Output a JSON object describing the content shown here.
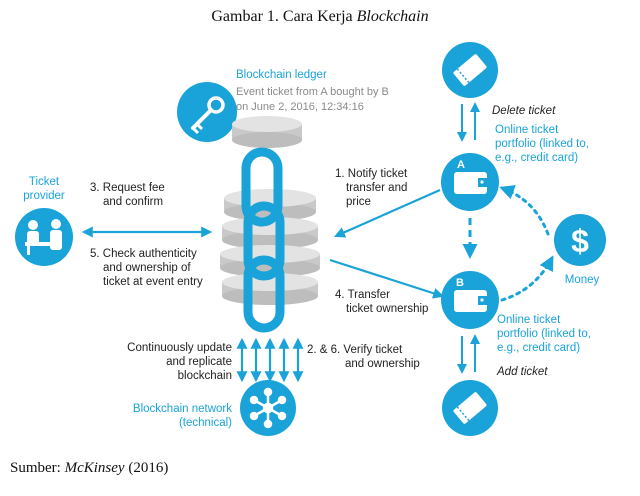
{
  "caption": {
    "prefix": "Gambar 1. Cara Kerja ",
    "italic": "Blockchain"
  },
  "source": {
    "prefix": "Sumber: ",
    "italic": "McKinsey",
    "suffix": " (2016)"
  },
  "ledger": {
    "title": "Blockchain ledger",
    "event_line1": "Event ticket from A bought by B",
    "event_line2": "on June 2, 2016, 12:34:16"
  },
  "provider": {
    "line1": "Ticket",
    "line2": "provider"
  },
  "steps": {
    "s3": [
      "3. Request fee",
      "and confirm"
    ],
    "s5": [
      "5. Check authenticity",
      "and ownership of",
      "ticket at event entry"
    ],
    "s1": [
      "1. Notify ticket",
      "transfer and",
      "price"
    ],
    "s4": [
      "4. Transfer",
      "ticket ownership"
    ],
    "s26": [
      "2. & 6.  Verify ticket",
      "and ownership"
    ],
    "update": [
      "Continuously update",
      "and replicate",
      "blockchain"
    ]
  },
  "network": {
    "line1": "Blockchain network",
    "line2": "(technical)"
  },
  "right": {
    "delete_ticket": "Delete ticket",
    "portfolio_a": [
      "Online ticket",
      "portfolio (linked to,",
      "e.g., credit card)"
    ],
    "portfolio_b": [
      "Online ticket",
      "portfolio (linked to,",
      "e.g., credit card)"
    ],
    "add_ticket": "Add ticket",
    "money": "Money",
    "wallet_a_letter": "A",
    "wallet_b_letter": "B",
    "dollar": "$"
  },
  "colors": {
    "accent": "#1aa3d9",
    "text": "#222222",
    "grey": "#8a8a8a",
    "disk": "#d9d9d9"
  }
}
